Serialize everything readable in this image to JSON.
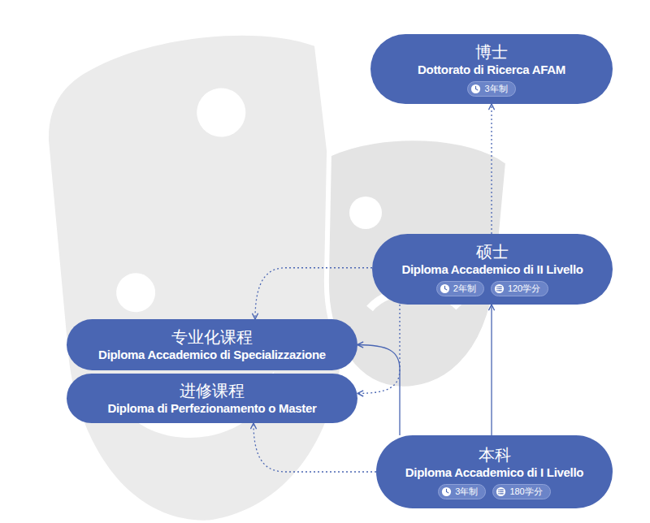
{
  "diagram": {
    "nodes": [
      {
        "text": [
          "博士",
          "Dottorato di Ricerca AFAM"
        ]
      },
      {
        "text": [
          "3年制"
        ],
        "in": 0
      },
      {
        "text": [
          "硕士",
          "Diploma Accademico di II Livello"
        ]
      },
      {
        "text": [
          "2年制"
        ],
        "in": 2
      },
      {
        "text": [
          "120学分"
        ],
        "in": 2
      },
      {
        "text": [
          "专业化课程",
          "Diploma Accademico di Specializzazione"
        ]
      },
      {
        "text": [
          "进修课程",
          "Diploma di Perfezionamento o Master"
        ]
      },
      {
        "text": [
          "本科",
          "Diploma Accademico di I Livello"
        ]
      },
      {
        "text": [
          "3年制"
        ],
        "in": 7
      },
      {
        "text": [
          "180学分"
        ],
        "in": 7
      }
    ],
    "edges": [
      {
        "from": 2,
        "to": 0,
        "arrow": "to"
      },
      {
        "from": 7,
        "to": 2,
        "arrow": "to"
      },
      {
        "from": 2,
        "to": 5,
        "arrow": "to"
      },
      {
        "from": 7,
        "to": 6,
        "arrow": "to"
      },
      {
        "from": 2,
        "to": 6,
        "arrow": "to"
      },
      {
        "from": 7,
        "to": 5,
        "arrow": "to"
      }
    ]
  }
}
